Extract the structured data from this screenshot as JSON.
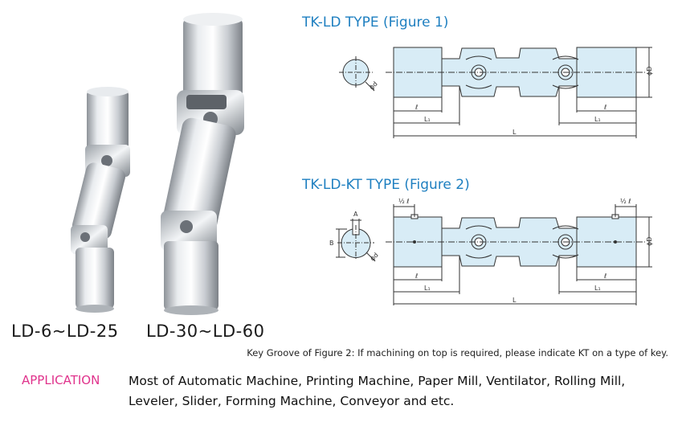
{
  "labels": {
    "small_range": "LD-6~LD-25",
    "large_range": "LD-30~LD-60"
  },
  "figure1": {
    "title": "TK-LD TYPE (Figure 1)",
    "dims": {
      "d": "ϕd",
      "D": "ϕD",
      "l": "ℓ",
      "L1": "L₁",
      "L": "L"
    }
  },
  "figure2": {
    "title": "TK-LD-KT TYPE (Figure 2)",
    "dims": {
      "A": "A",
      "B": "B",
      "d": "ϕd",
      "D": "ϕD",
      "l": "ℓ",
      "L1": "L₁",
      "L": "L",
      "half_l": "½ ℓ"
    }
  },
  "note": "Key Groove of Figure 2: If machining on top is required, please indicate KT on a type of key.",
  "application": {
    "label": "APPLICATION",
    "line1": "Most of Automatic Machine, Printing Machine, Paper Mill, Ventilator, Rolling Mill,",
    "line2": "Leveler, Slider, Forming Machine, Conveyor and etc."
  },
  "colors": {
    "title_blue": "#1e7fc0",
    "accent_pink": "#e0338c",
    "part_fill": "#d8ecf6"
  }
}
